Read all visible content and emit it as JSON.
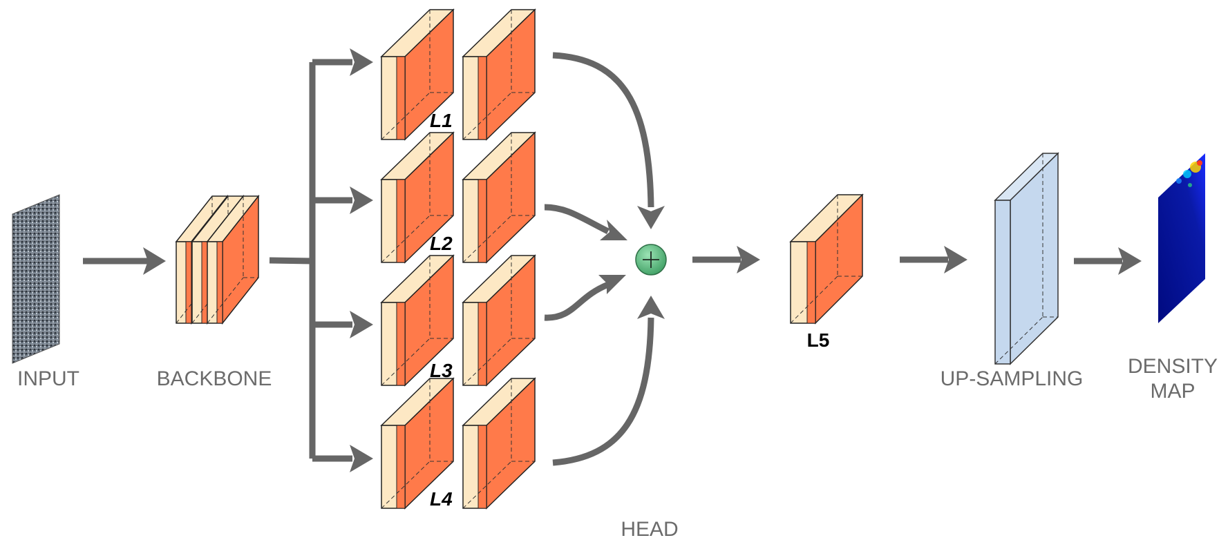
{
  "labels": {
    "input": "INPUT",
    "backbone": "BACKBONE",
    "head": "HEAD",
    "upsampling": "UP-SAMPLING",
    "density_line1": "DENSITY",
    "density_line2": "MAP"
  },
  "block_labels": {
    "l1": "L1",
    "l2": "L2",
    "l3": "L3",
    "l4": "L4",
    "l5": "L5"
  },
  "colors": {
    "feature_front": "#fde8c4",
    "feature_side": "#ff7a4a",
    "upsample_fill": "#c5d8ee",
    "arrow": "#666666",
    "sum_node": "#5fc084",
    "label_gray": "#6b6b6b"
  },
  "icons": {
    "sum": "circle-plus-icon"
  }
}
